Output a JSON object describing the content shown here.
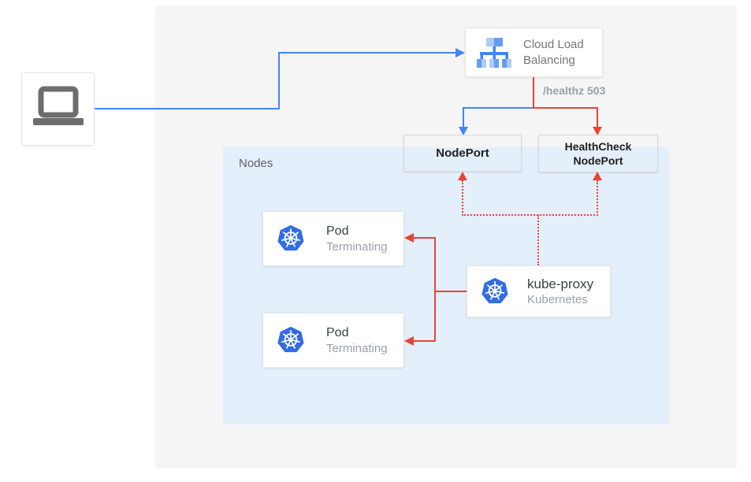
{
  "diagram": {
    "client": {
      "icon": "laptop-icon"
    },
    "cloud_load_balancing": {
      "icon": "cloud-load-balancing-icon",
      "label_lines": [
        "Cloud Load",
        "Balancing"
      ]
    },
    "healthz_label": "/healthz 503",
    "nodeport": {
      "label": "NodePort"
    },
    "healthcheck_nodeport": {
      "label_lines": [
        "HealthCheck",
        "NodePort"
      ]
    },
    "nodes_container": {
      "label": "Nodes"
    },
    "pods": [
      {
        "icon": "kubernetes-icon",
        "title": "Pod",
        "subtitle": "Terminating"
      },
      {
        "icon": "kubernetes-icon",
        "title": "Pod",
        "subtitle": "Terminating"
      }
    ],
    "kube_proxy": {
      "icon": "kubernetes-icon",
      "title": "kube-proxy",
      "subtitle": "Kubernetes"
    },
    "colors": {
      "traffic_blue": "#4285f4",
      "health_red": "#ea4335",
      "nodes_bg": "#e3effa",
      "panel_bg": "#f5f5f5",
      "kubernetes_blue": "#326ce5",
      "muted_text": "#9aa0a6"
    }
  }
}
